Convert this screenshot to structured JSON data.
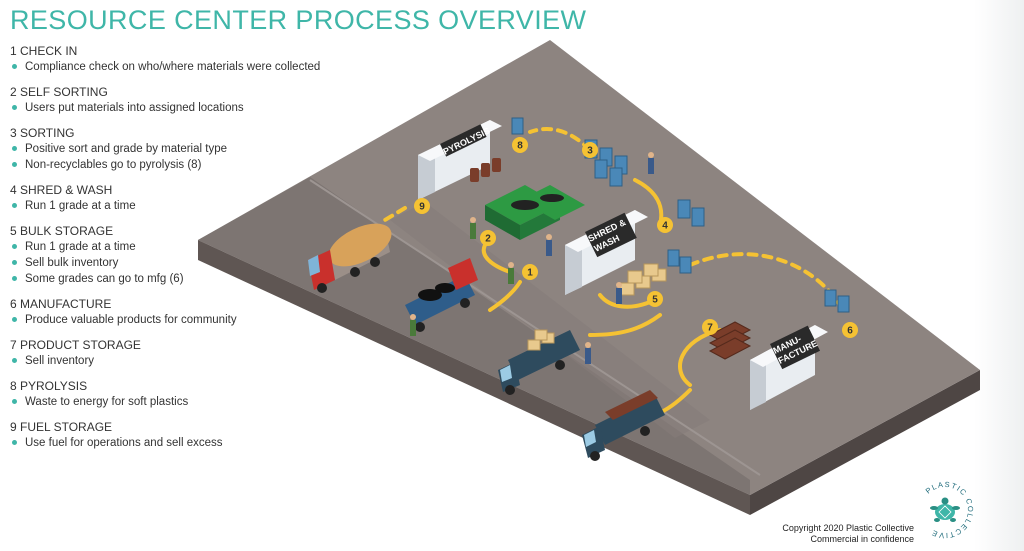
{
  "title": "RESOURCE CENTER PROCESS OVERVIEW",
  "steps": [
    {
      "title": "1 CHECK IN",
      "bullets": [
        "Compliance check on who/where materials were collected"
      ]
    },
    {
      "title": "2 SELF SORTING",
      "bullets": [
        "Users put materials into assigned locations"
      ]
    },
    {
      "title": "3 SORTING",
      "bullets": [
        "Positive sort and grade by material type",
        "Non-recyclables go to pyrolysis (8)"
      ]
    },
    {
      "title": "4 SHRED & WASH",
      "bullets": [
        "Run 1 grade at a time"
      ]
    },
    {
      "title": "5 BULK STORAGE",
      "bullets": [
        "Run 1 grade at a time",
        "Sell bulk inventory",
        "Some grades can go to mfg (6)"
      ]
    },
    {
      "title": "6 MANUFACTURE",
      "bullets": [
        "Produce valuable products for community"
      ]
    },
    {
      "title": "7 PRODUCT STORAGE",
      "bullets": [
        "Sell inventory"
      ]
    },
    {
      "title": "8 PYROLYSIS",
      "bullets": [
        "Waste to energy for soft plastics"
      ]
    },
    {
      "title": "9 FUEL STORAGE",
      "bullets": [
        "Use fuel for operations and sell excess"
      ]
    }
  ],
  "diagram": {
    "building_labels": {
      "pyrolysis": "PYROLYSIS",
      "shred_1": "SHRED &",
      "shred_2": "WASH",
      "manu_1": "MANU-",
      "manu_2": "FACTURE"
    },
    "markers": [
      "1",
      "2",
      "3",
      "4",
      "5",
      "6",
      "7",
      "8",
      "9"
    ]
  },
  "footer": {
    "line1": "Copyright 2020 Plastic Collective",
    "line2": "Commercial in confidence"
  },
  "logo": {
    "text": "PLASTIC COLLECTIVE"
  },
  "colors": {
    "accent": "#3fb6a8",
    "marker": "#f5c233",
    "ground": "#8d8480",
    "road": "#7a726f",
    "base": "#5f5653"
  }
}
